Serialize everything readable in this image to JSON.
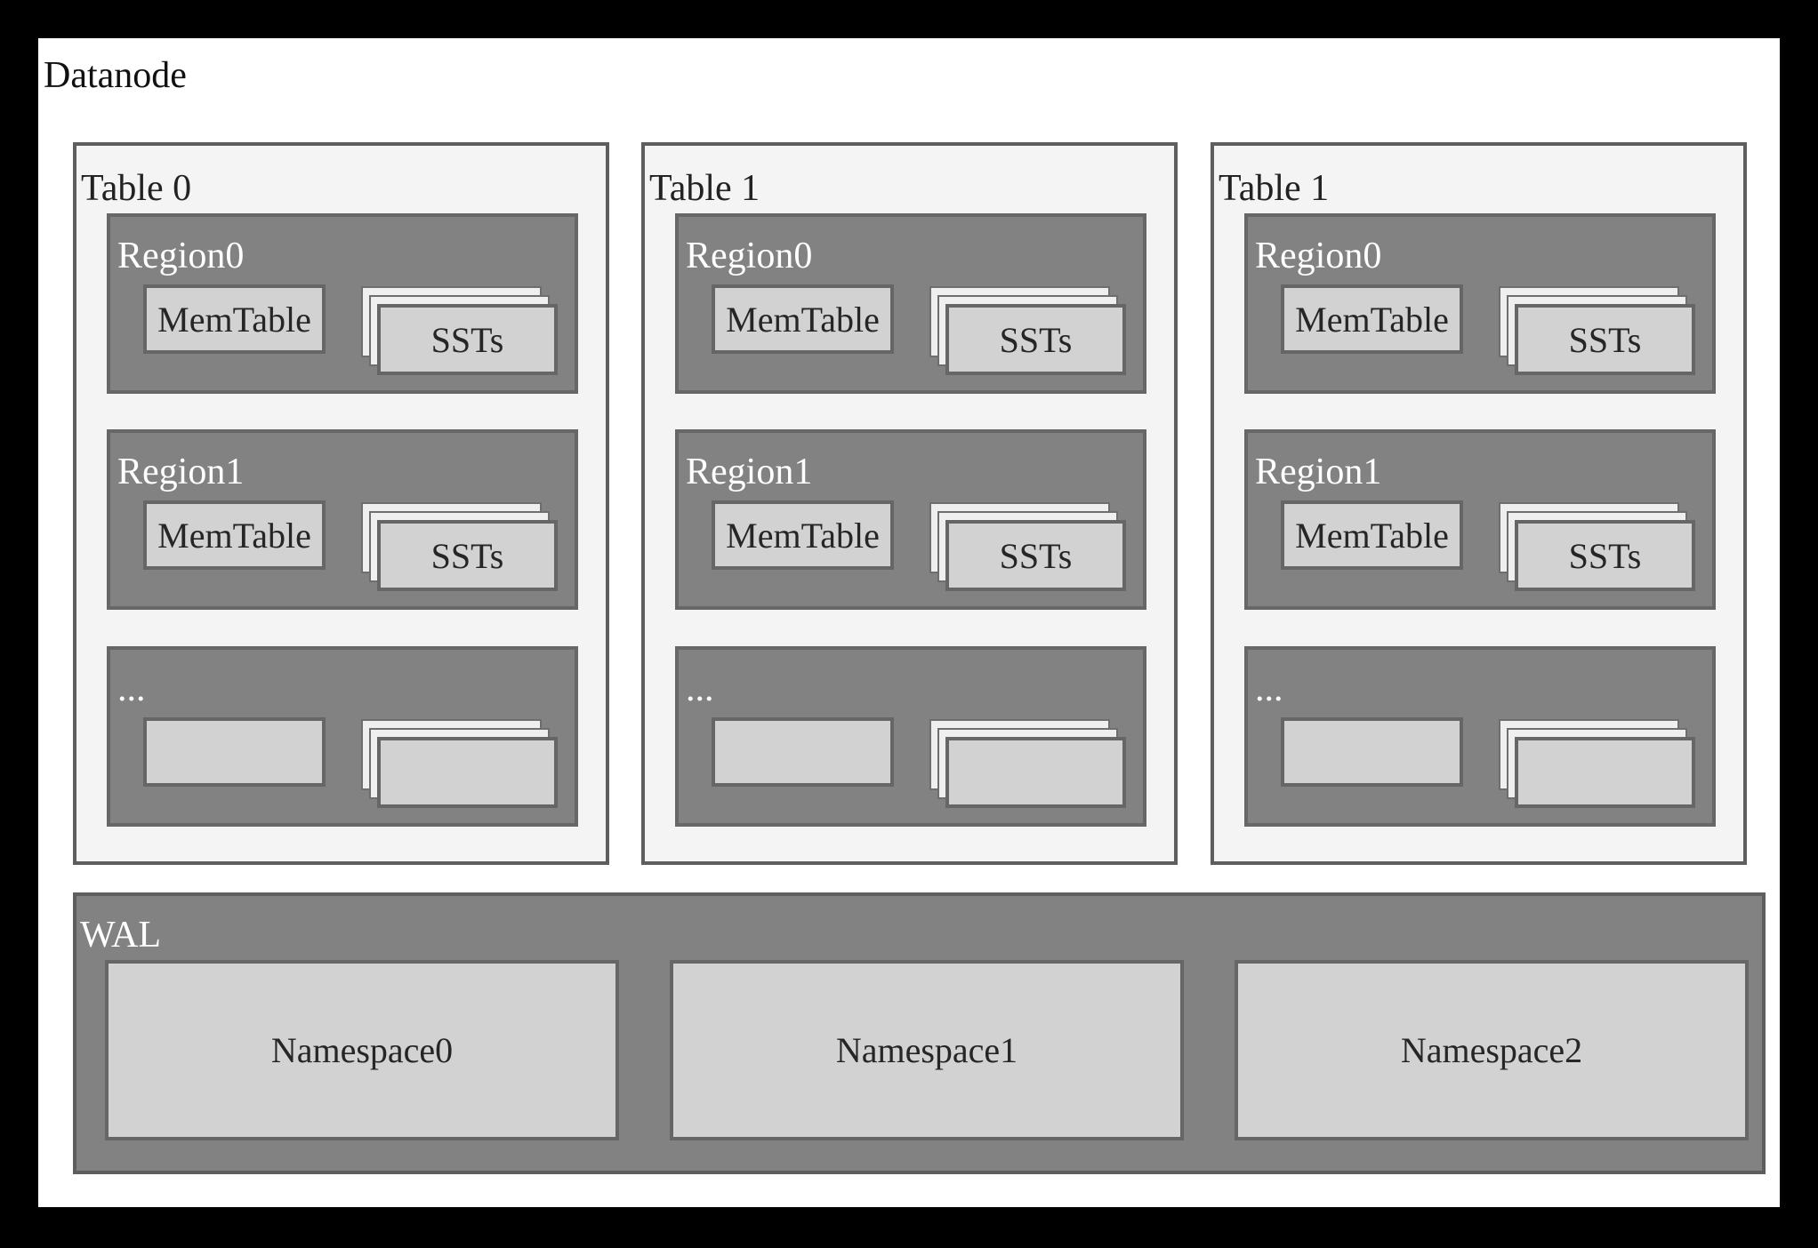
{
  "title": "Datanode",
  "tables": [
    {
      "label": "Table 0",
      "regions": [
        {
          "label": "Region0",
          "memtable_label": "MemTable",
          "ssts_label": "SSTs"
        },
        {
          "label": "Region1",
          "memtable_label": "MemTable",
          "ssts_label": "SSTs"
        },
        {
          "label": "...",
          "memtable_label": "",
          "ssts_label": ""
        }
      ]
    },
    {
      "label": "Table 1",
      "regions": [
        {
          "label": "Region0",
          "memtable_label": "MemTable",
          "ssts_label": "SSTs"
        },
        {
          "label": "Region1",
          "memtable_label": "MemTable",
          "ssts_label": "SSTs"
        },
        {
          "label": "...",
          "memtable_label": "",
          "ssts_label": ""
        }
      ]
    },
    {
      "label": "Table 1",
      "regions": [
        {
          "label": "Region0",
          "memtable_label": "MemTable",
          "ssts_label": "SSTs"
        },
        {
          "label": "Region1",
          "memtable_label": "MemTable",
          "ssts_label": "SSTs"
        },
        {
          "label": "...",
          "memtable_label": "",
          "ssts_label": ""
        }
      ]
    }
  ],
  "wal": {
    "label": "WAL",
    "namespaces": [
      {
        "label": "Namespace0"
      },
      {
        "label": "Namespace1"
      },
      {
        "label": "Namespace2"
      }
    ]
  },
  "colors": {
    "frame_bg": "#000000",
    "canvas_bg": "#ffffff",
    "table_fill": "#f4f4f4",
    "dark_container_fill": "#828282",
    "light_box_fill": "#d2d2d2",
    "sheet_back_fill": "#efefef",
    "border_dark": "#5e5e5e",
    "text_dark": "#262626",
    "text_light": "#ffffff"
  }
}
